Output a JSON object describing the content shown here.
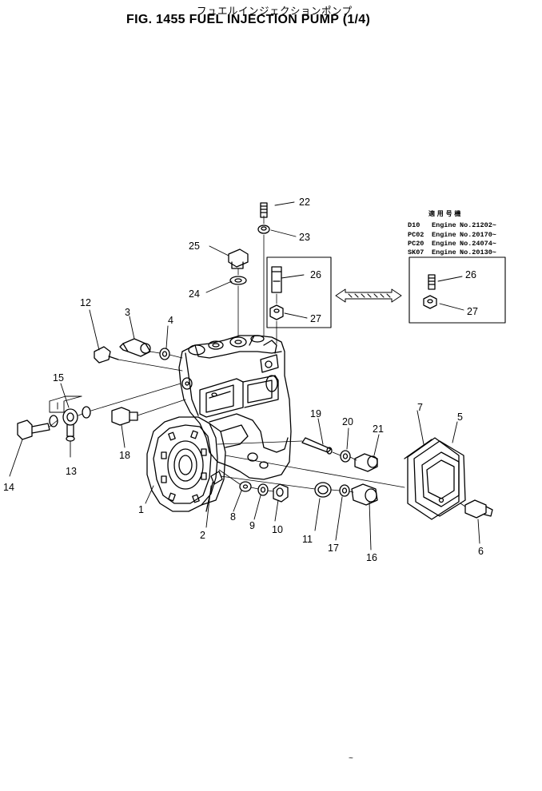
{
  "title": {
    "japanese": "フュエルインジェクションポンプ",
    "figure": "FIG. 1455  FUEL INJECTION PUMP (1/4)"
  },
  "applicability_table": {
    "header": "適 用 号 機",
    "rows": [
      {
        "model": "D10",
        "label": "Engine",
        "number": "No.21202~"
      },
      {
        "model": "PC02",
        "label": "Engine",
        "number": "No.20170~"
      },
      {
        "model": "PC20",
        "label": "Engine",
        "number": "No.24074~"
      },
      {
        "model": "SK07",
        "label": "Engine",
        "number": "No.20130~"
      }
    ]
  },
  "callouts": {
    "p1": "1",
    "p2": "2",
    "p3": "3",
    "p4": "4",
    "p5": "5",
    "p6": "6",
    "p7": "7",
    "p8": "8",
    "p9": "9",
    "p10": "10",
    "p11": "11",
    "p12": "12",
    "p13": "13",
    "p14": "14",
    "p15": "15",
    "p16": "16",
    "p17": "17",
    "p18": "18",
    "p19": "19",
    "p20": "20",
    "p21": "21",
    "p22": "22",
    "p23": "23",
    "p24": "24",
    "p25": "25",
    "p26a": "26",
    "p27a": "27",
    "p26b": "26",
    "p27b": "27"
  },
  "page_mark": "~"
}
